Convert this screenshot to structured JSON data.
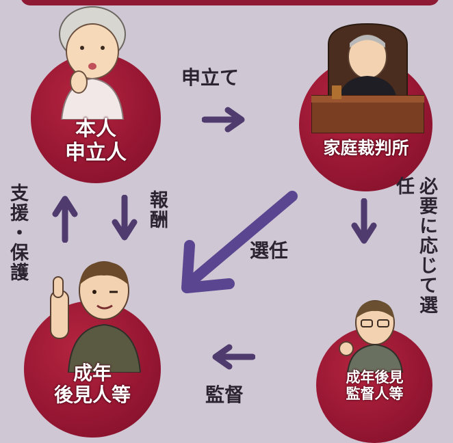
{
  "nodes": {
    "principal": {
      "line1": "本人",
      "line2": "申立人"
    },
    "court": {
      "label": "家庭裁判所"
    },
    "guardian": {
      "line1": "成年",
      "line2": "後見人等"
    },
    "supervisor": {
      "line1": "成年後見",
      "line2": "監督人等"
    }
  },
  "edges": {
    "petition": "申立て",
    "appoint": "選任",
    "appoint_if_needed": "必要に応じて選任",
    "support": "支援・保護",
    "fee": "報酬",
    "supervision": "監督"
  },
  "colors": {
    "background": "#cfc7d4",
    "node_fill": "#951632",
    "arrow": "#4f3b6e",
    "text_dark": "#2b2430"
  }
}
